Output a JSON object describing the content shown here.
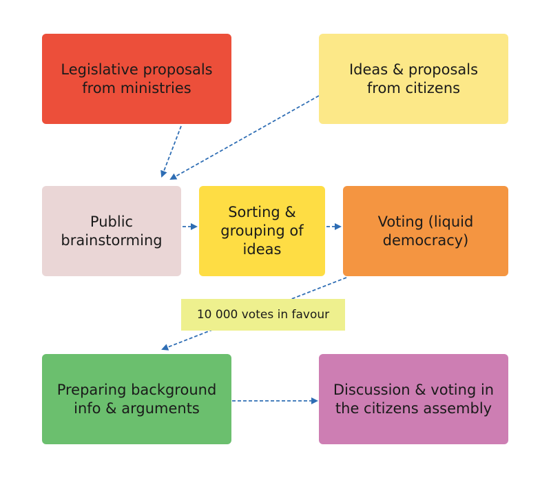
{
  "nodes": {
    "ministries": "Legislative proposals from ministries",
    "citizens": "Ideas & proposals from citizens",
    "brainstorming": "Public brainstorming",
    "sorting": "Sorting & grouping of ideas",
    "voting": "Voting (liquid democracy)",
    "preparing": "Preparing background info & arguments",
    "assembly": "Discussion & voting in the citizens assembly"
  },
  "edge_label": "10 000 votes in favour",
  "colors": {
    "ministries": "#ec4f3a",
    "citizens": "#fce888",
    "brainstorming": "#ead6d6",
    "sorting": "#fedd44",
    "voting": "#f49541",
    "preparing": "#6bbf6e",
    "assembly": "#cd7eb3",
    "edge_label_bg": "#eef08e",
    "arrow": "#2e6db4"
  }
}
